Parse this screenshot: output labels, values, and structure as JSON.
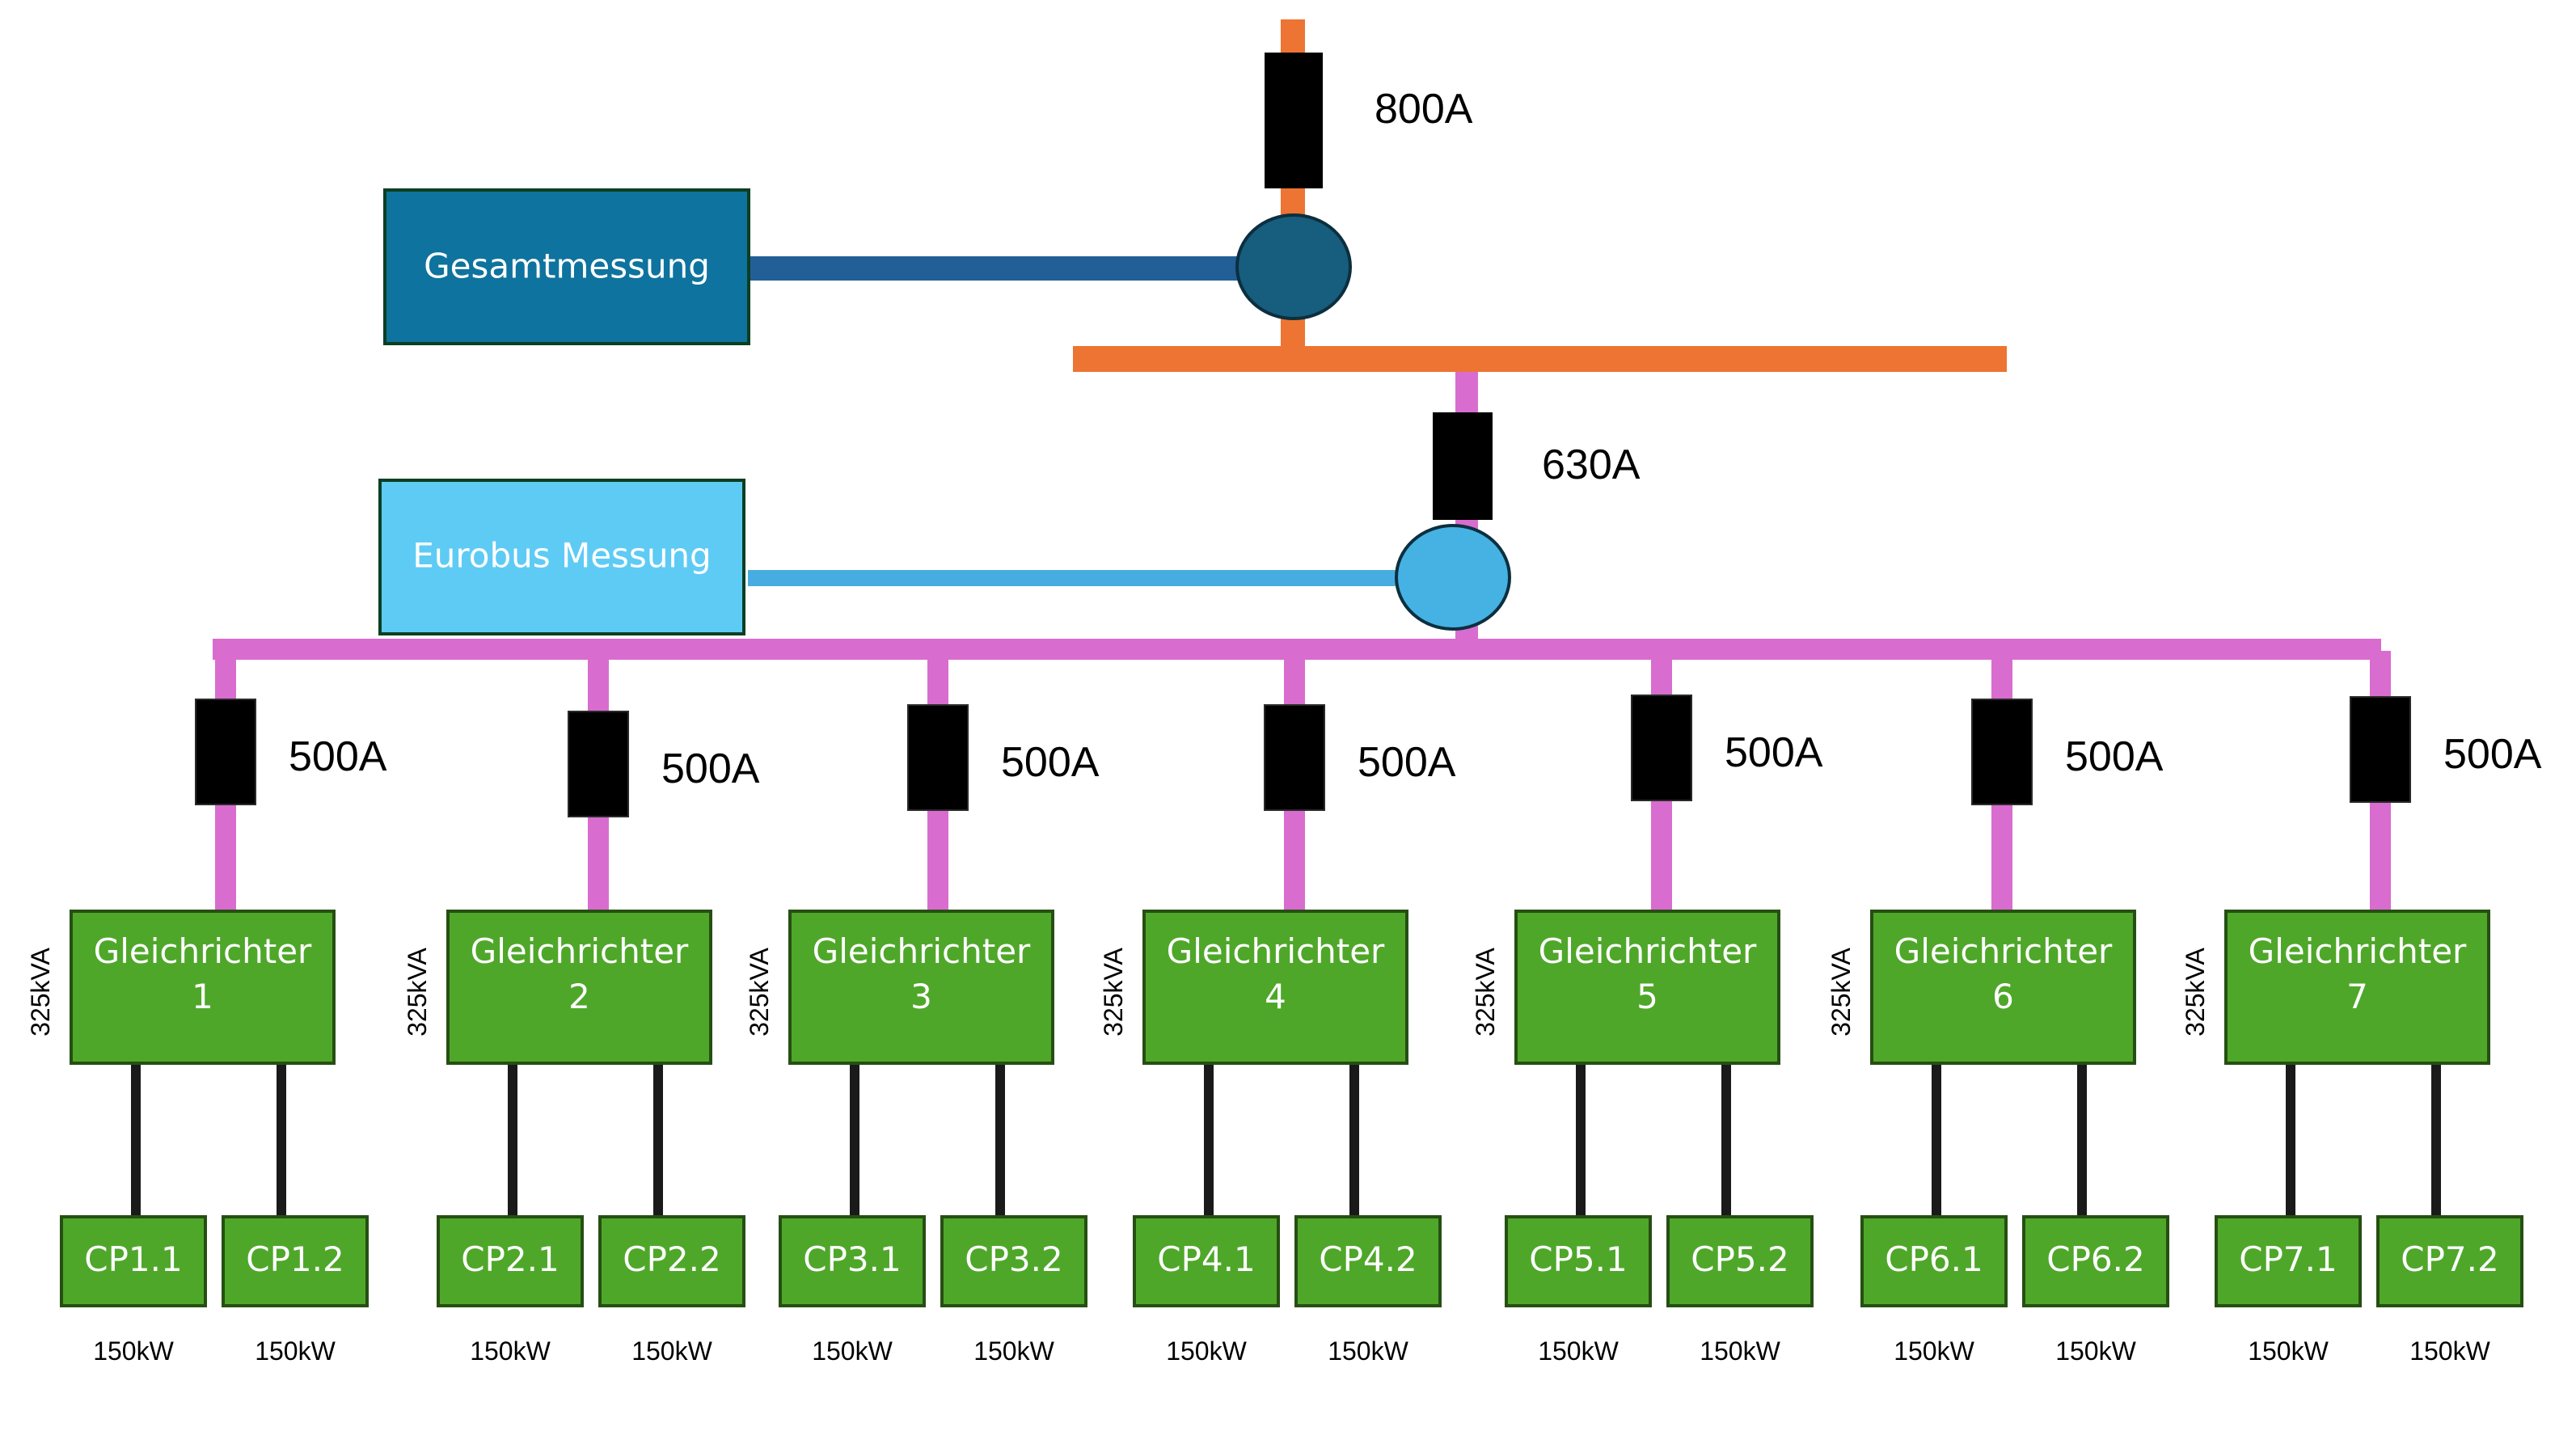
{
  "colors": {
    "main_bus": "#ED7432",
    "sub_bus": "#D96CCF",
    "breaker": "#000000",
    "gesamt_box": "#0E739E",
    "gesamt_line": "#235F97",
    "gesamt_meter": "#175D7D",
    "eurobus_box": "#5ECBF5",
    "eurobus_line": "#47ADE0",
    "eurobus_meter": "#45B2E3",
    "rectifier": "#4FA72A",
    "rectifier_border": "#264F13",
    "cable": "#1A1A1A"
  },
  "main": {
    "breaker_label": "800A",
    "meter_label": "Gesamtmessung"
  },
  "sub": {
    "breaker_label": "630A",
    "meter_label": "Eurobus Messung"
  },
  "branches": [
    {
      "breaker": "500A",
      "rating": "325kVA",
      "name": "Gleichrichter",
      "number": "1",
      "chargers": [
        {
          "name": "CP1.1",
          "power": "150kW"
        },
        {
          "name": "CP1.2",
          "power": "150kW"
        }
      ]
    },
    {
      "breaker": "500A",
      "rating": "325kVA",
      "name": "Gleichrichter",
      "number": "2",
      "chargers": [
        {
          "name": "CP2.1",
          "power": "150kW"
        },
        {
          "name": "CP2.2",
          "power": "150kW"
        }
      ]
    },
    {
      "breaker": "500A",
      "rating": "325kVA",
      "name": "Gleichrichter",
      "number": "3",
      "chargers": [
        {
          "name": "CP3.1",
          "power": "150kW"
        },
        {
          "name": "CP3.2",
          "power": "150kW"
        }
      ]
    },
    {
      "breaker": "500A",
      "rating": "325kVA",
      "name": "Gleichrichter",
      "number": "4",
      "chargers": [
        {
          "name": "CP4.1",
          "power": "150kW"
        },
        {
          "name": "CP4.2",
          "power": "150kW"
        }
      ]
    },
    {
      "breaker": "500A",
      "rating": "325kVA",
      "name": "Gleichrichter",
      "number": "5",
      "chargers": [
        {
          "name": "CP5.1",
          "power": "150kW"
        },
        {
          "name": "CP5.2",
          "power": "150kW"
        }
      ]
    },
    {
      "breaker": "500A",
      "rating": "325kVA",
      "name": "Gleichrichter",
      "number": "6",
      "chargers": [
        {
          "name": "CP6.1",
          "power": "150kW"
        },
        {
          "name": "CP6.2",
          "power": "150kW"
        }
      ]
    },
    {
      "breaker": "500A",
      "rating": "325kVA",
      "name": "Gleichrichter",
      "number": "7",
      "chargers": [
        {
          "name": "CP7.1",
          "power": "150kW"
        },
        {
          "name": "CP7.2",
          "power": "150kW"
        }
      ]
    }
  ]
}
